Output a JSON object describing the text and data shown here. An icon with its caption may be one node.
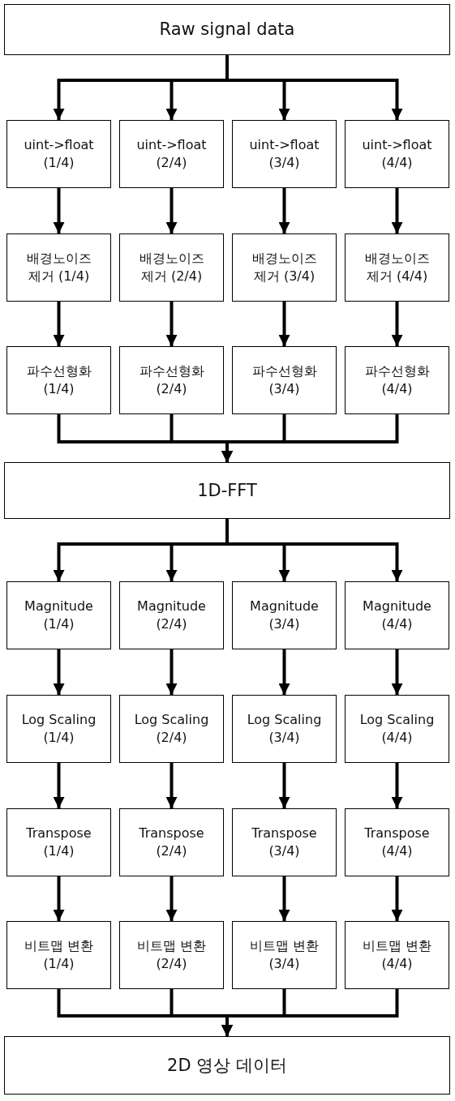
{
  "diagram": {
    "nodes": [
      {
        "text": [
          "Raw signal data"
        ]
      },
      {
        "text": [
          "uint->float (1/4)"
        ]
      },
      {
        "text": [
          "uint->float (2/4)"
        ]
      },
      {
        "text": [
          "uint->float (3/4)"
        ]
      },
      {
        "text": [
          "uint->float (4/4)"
        ]
      },
      {
        "text": [
          "배경노이즈 제거 (1/4)"
        ]
      },
      {
        "text": [
          "배경노이즈 제거 (2/4)"
        ]
      },
      {
        "text": [
          "배경노이즈 제거 (3/4)"
        ]
      },
      {
        "text": [
          "배경노이즈 제거 (4/4)"
        ]
      },
      {
        "text": [
          "파수선형화 (1/4)"
        ]
      },
      {
        "text": [
          "파수선형화 (2/4)"
        ]
      },
      {
        "text": [
          "파수선형화 (3/4)"
        ]
      },
      {
        "text": [
          "파수선형화 (4/4)"
        ]
      },
      {
        "text": [
          "1D-FFT"
        ]
      },
      {
        "text": [
          "Magnitude (1/4)"
        ]
      },
      {
        "text": [
          "Magnitude (2/4)"
        ]
      },
      {
        "text": [
          "Magnitude (3/4)"
        ]
      },
      {
        "text": [
          "Magnitude (4/4)"
        ]
      },
      {
        "text": [
          "Log Scaling (1/4)"
        ]
      },
      {
        "text": [
          "Log Scaling (2/4)"
        ]
      },
      {
        "text": [
          "Log Scaling (3/4)"
        ]
      },
      {
        "text": [
          "Log Scaling (4/4)"
        ]
      },
      {
        "text": [
          "Transpose (1/4)"
        ]
      },
      {
        "text": [
          "Transpose (2/4)"
        ]
      },
      {
        "text": [
          "Transpose (3/4)"
        ]
      },
      {
        "text": [
          "Transpose (4/4)"
        ]
      },
      {
        "text": [
          "비트맵 변환 (1/4)"
        ]
      },
      {
        "text": [
          "비트맵 변환 (2/4)"
        ]
      },
      {
        "text": [
          "비트맵 변환 (3/4)"
        ]
      },
      {
        "text": [
          "비트맵 변환 (4/4)"
        ]
      },
      {
        "text": [
          "2D 영상 데이터"
        ]
      }
    ],
    "edges": [
      {
        "from": 0,
        "to": 1,
        "arrow": "to"
      },
      {
        "from": 0,
        "to": 2,
        "arrow": "to"
      },
      {
        "from": 0,
        "to": 3,
        "arrow": "to"
      },
      {
        "from": 0,
        "to": 4,
        "arrow": "to"
      },
      {
        "from": 1,
        "to": 5,
        "arrow": "to"
      },
      {
        "from": 2,
        "to": 6,
        "arrow": "to"
      },
      {
        "from": 3,
        "to": 7,
        "arrow": "to"
      },
      {
        "from": 4,
        "to": 8,
        "arrow": "to"
      },
      {
        "from": 5,
        "to": 9,
        "arrow": "to"
      },
      {
        "from": 6,
        "to": 10,
        "arrow": "to"
      },
      {
        "from": 7,
        "to": 11,
        "arrow": "to"
      },
      {
        "from": 8,
        "to": 12,
        "arrow": "to"
      },
      {
        "from": 9,
        "to": 13,
        "arrow": "to"
      },
      {
        "from": 10,
        "to": 13,
        "arrow": "to"
      },
      {
        "from": 11,
        "to": 13,
        "arrow": "to"
      },
      {
        "from": 12,
        "to": 13,
        "arrow": "to"
      },
      {
        "from": 13,
        "to": 14,
        "arrow": "to"
      },
      {
        "from": 13,
        "to": 15,
        "arrow": "to"
      },
      {
        "from": 13,
        "to": 16,
        "arrow": "to"
      },
      {
        "from": 13,
        "to": 17,
        "arrow": "to"
      },
      {
        "from": 14,
        "to": 18,
        "arrow": "to"
      },
      {
        "from": 15,
        "to": 19,
        "arrow": "to"
      },
      {
        "from": 16,
        "to": 20,
        "arrow": "to"
      },
      {
        "from": 17,
        "to": 21,
        "arrow": "to"
      },
      {
        "from": 18,
        "to": 22,
        "arrow": "to"
      },
      {
        "from": 19,
        "to": 23,
        "arrow": "to"
      },
      {
        "from": 20,
        "to": 24,
        "arrow": "to"
      },
      {
        "from": 21,
        "to": 25,
        "arrow": "to"
      },
      {
        "from": 22,
        "to": 26,
        "arrow": "to"
      },
      {
        "from": 23,
        "to": 27,
        "arrow": "to"
      },
      {
        "from": 24,
        "to": 28,
        "arrow": "to"
      },
      {
        "from": 25,
        "to": 29,
        "arrow": "to"
      },
      {
        "from": 26,
        "to": 30,
        "arrow": "to"
      },
      {
        "from": 27,
        "to": 30,
        "arrow": "to"
      },
      {
        "from": 28,
        "to": 30,
        "arrow": "to"
      },
      {
        "from": 29,
        "to": 30,
        "arrow": "to"
      }
    ]
  }
}
